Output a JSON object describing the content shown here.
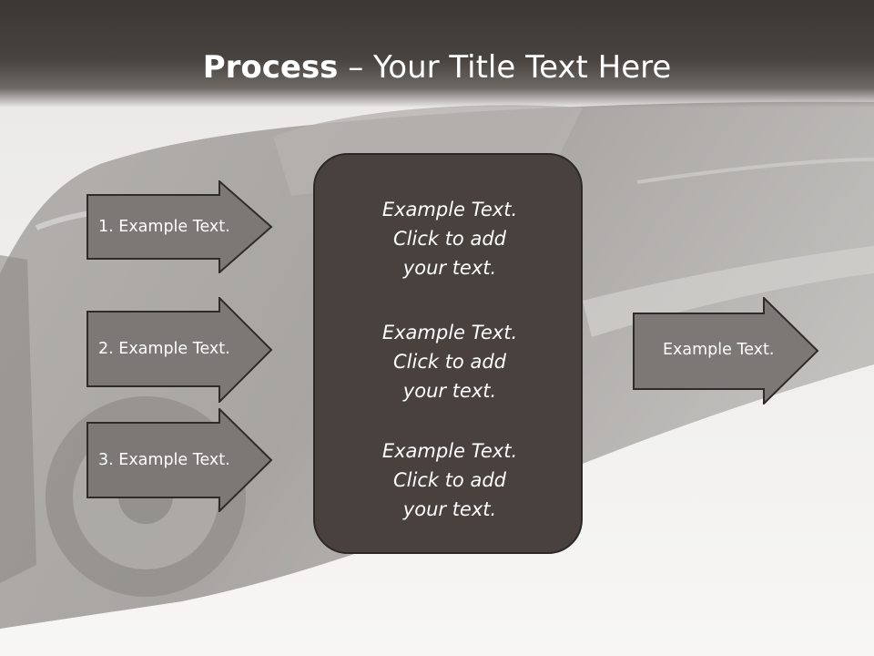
{
  "slide": {
    "title_bold": "Process",
    "title_rest": " – Your Title Text Here"
  },
  "left_arrows": [
    {
      "label": "1. Example Text."
    },
    {
      "label": "2. Example Text."
    },
    {
      "label": "3. Example Text."
    }
  ],
  "center_box": {
    "blocks": [
      {
        "lines": [
          "Example Text.",
          "Click  to add",
          "your text."
        ]
      },
      {
        "lines": [
          "Example Text.",
          "Click  to add",
          "your text."
        ]
      },
      {
        "lines": [
          "Example Text.",
          "Click  to add",
          "your text."
        ]
      }
    ]
  },
  "right_arrow": {
    "label": "Example Text."
  },
  "colors": {
    "arrow_fill": "#7b7876",
    "arrow_stroke": "#2e2b29",
    "box_fill": "#48413d",
    "title_bar": "#3b3733"
  }
}
